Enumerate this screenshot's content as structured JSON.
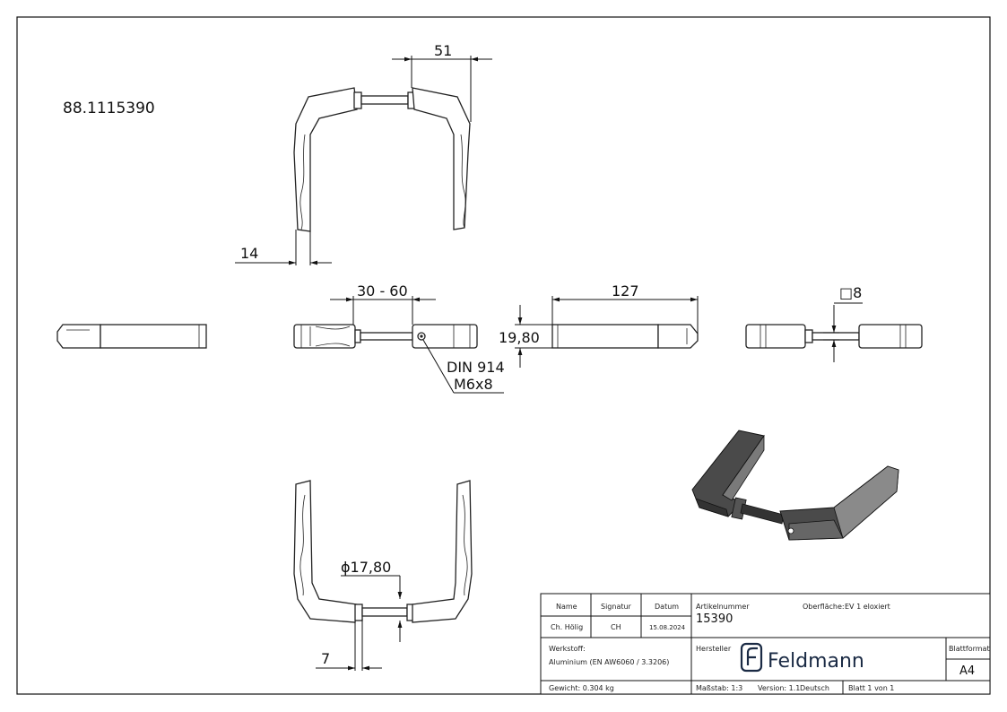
{
  "article_ref": "88.1115390",
  "dimensions": {
    "rose_offset": "51",
    "wall_offset": "14",
    "door_thickness": "30 - 60",
    "length": "127",
    "height": "19,80",
    "spindle": "□8",
    "screw_line1": "DIN 914",
    "screw_line2": "M6x8",
    "diameter": "ϕ17,80",
    "bottom_offset": "7"
  },
  "title_block": {
    "name_label": "Name",
    "signature_label": "Signatur",
    "date_label": "Datum",
    "name_value": "Ch. Hölig",
    "signature_value": "CH",
    "date_value": "15.08.2024",
    "article_label": "Artikelnummer",
    "article_value": "15390",
    "surface_label": "Oberfläche:",
    "surface_value": "EV 1 eloxiert",
    "material_label": "Werkstoff:",
    "material_value": "Aluminium (EN AW6060 / 3.3206)",
    "maker_label": "Hersteller",
    "brand": "Feldmann",
    "format_label": "Blattformat",
    "format_value": "A4",
    "weight": "Gewicht: 0.304 kg",
    "scale": "Maßstab: 1:3",
    "version": "Version: 1.1",
    "language": "Deutsch",
    "sheet": "Blatt 1 von 1"
  }
}
